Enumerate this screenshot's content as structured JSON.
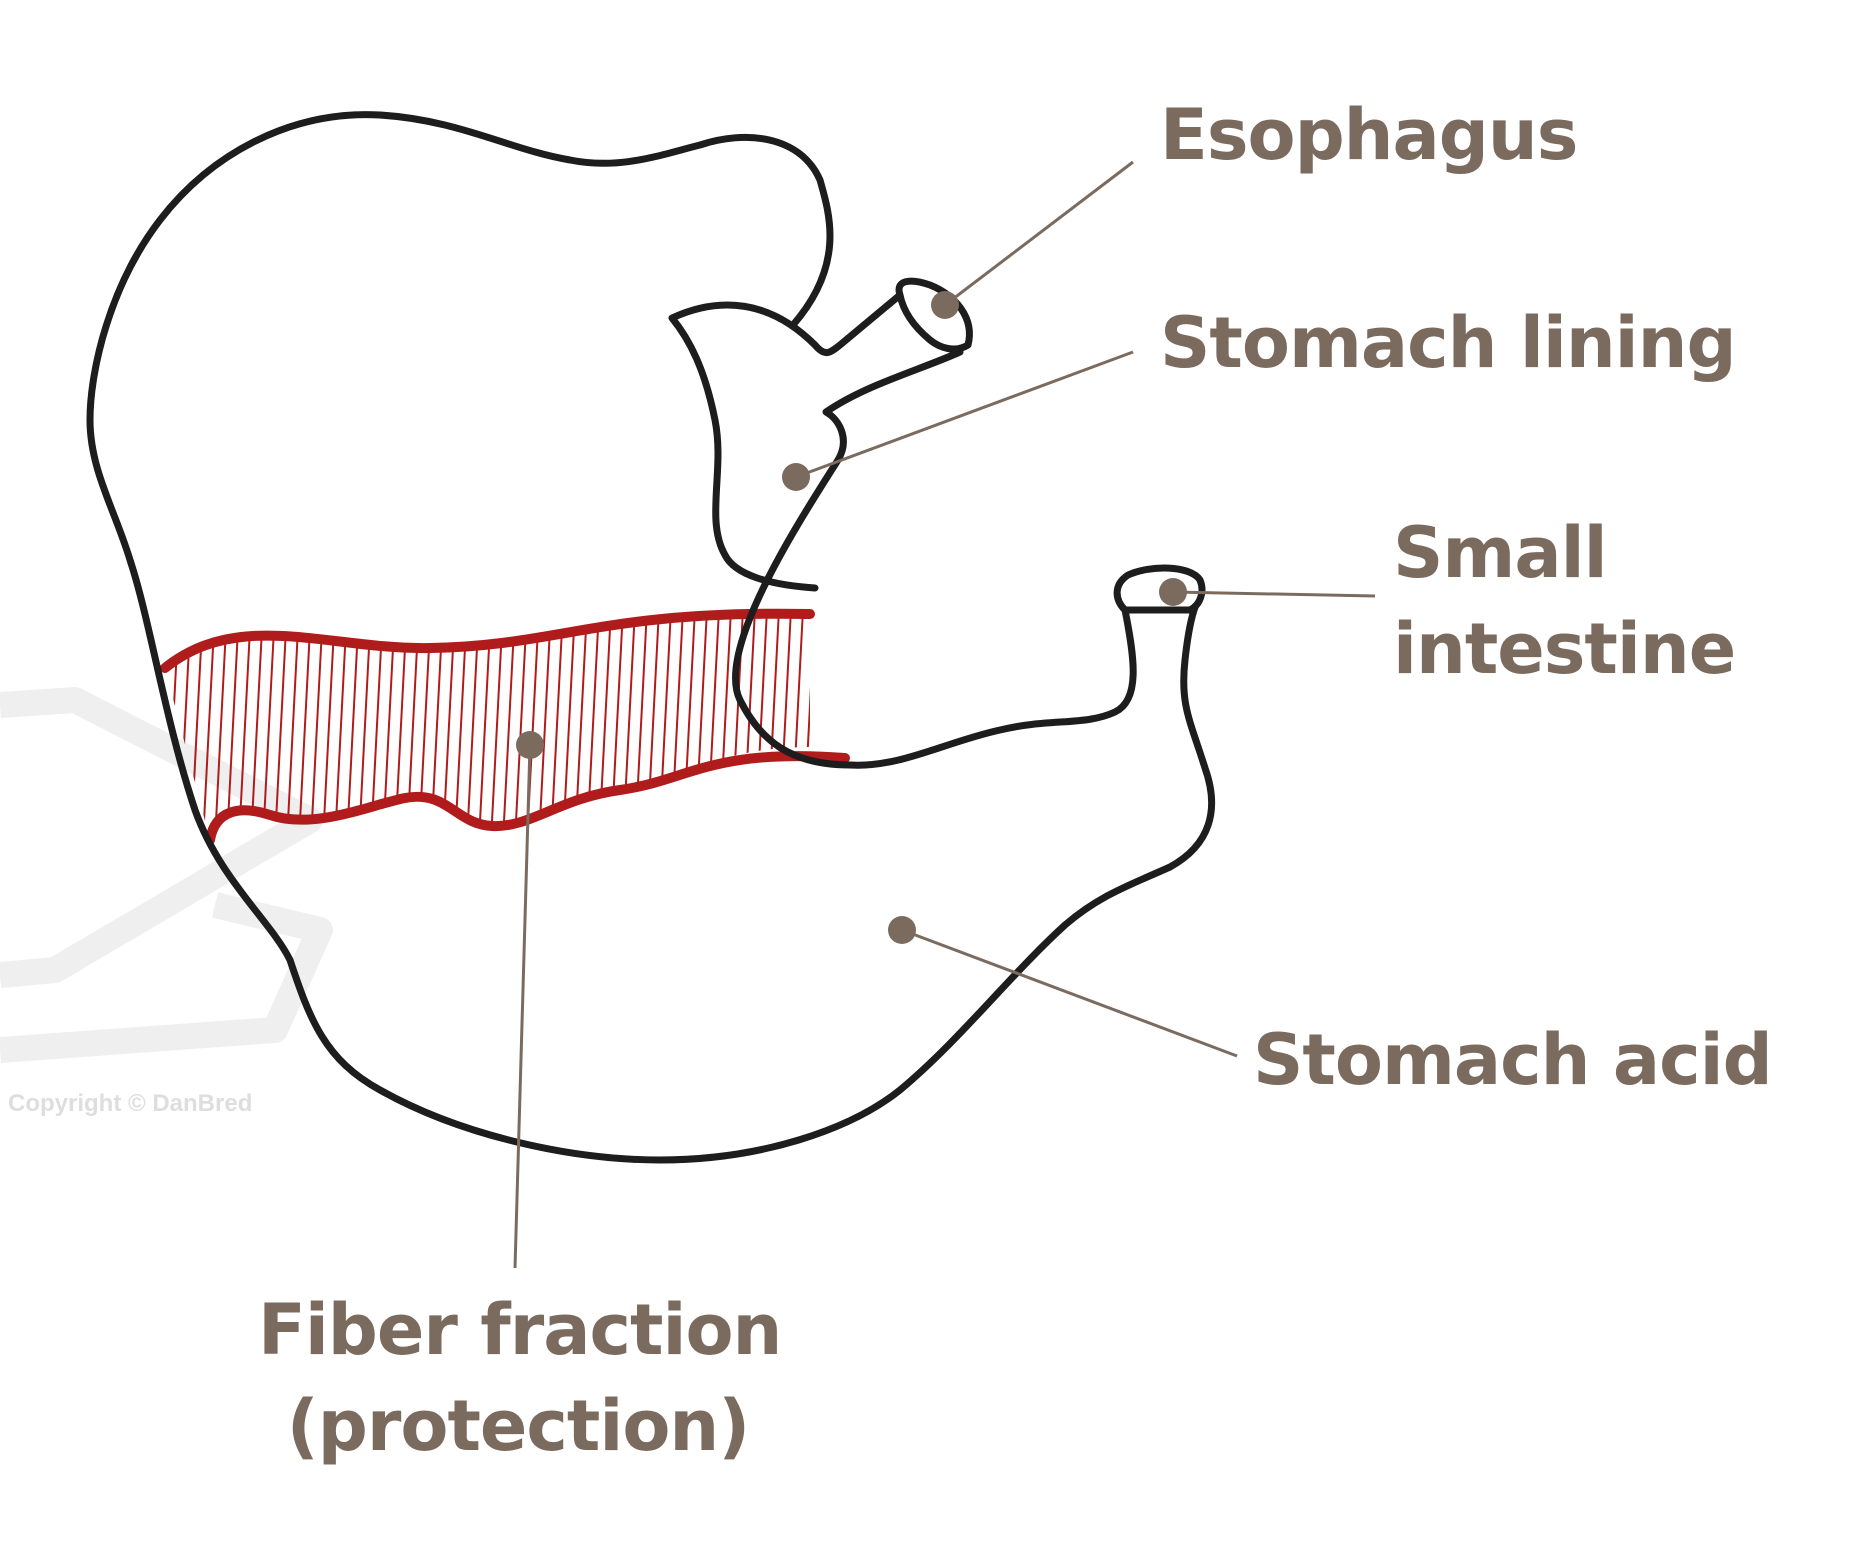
{
  "labels": {
    "esophagus": "Esophagus",
    "stomach_lining": "Stomach lining",
    "small_intestine": [
      "Small",
      "intestine"
    ],
    "stomach_acid": "Stomach acid",
    "fiber_fraction": [
      "Fiber fraction",
      "(protection)"
    ]
  },
  "watermark": "Copyright © DanBred",
  "colors": {
    "label_text": "#7b6b5f",
    "leader_line": "#7b6b5f",
    "outline": "#1d1d1d",
    "fiber_layer": "#b01c1c",
    "watermark": "#dedede"
  }
}
